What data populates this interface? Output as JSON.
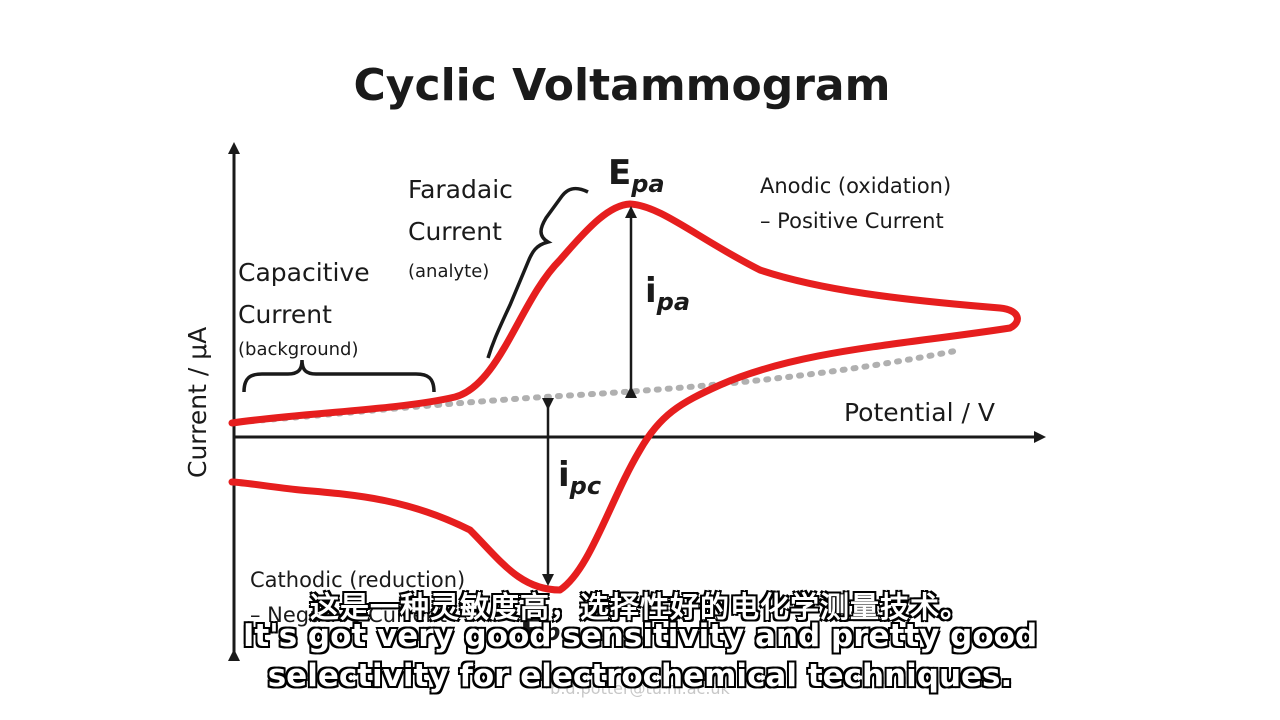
{
  "diagram": {
    "title": "Cyclic Voltammogram",
    "y_axis_label": "Current / μA",
    "x_axis_label": "Potential / V",
    "capacitive": {
      "line1": "Capacitive",
      "line2": "Current",
      "note": "(background)"
    },
    "faradaic": {
      "line1": "Faradaic",
      "line2": "Current",
      "note": "(analyte)"
    },
    "epa": {
      "main": "E",
      "sub": "pa"
    },
    "ipa": {
      "main": "i",
      "sub": "pa"
    },
    "ipc": {
      "main": "i",
      "sub": "pc"
    },
    "anodic": {
      "line1": "Anodic (oxidation)",
      "line2": "– Positive Current"
    },
    "cathodic": {
      "line1": "Cathodic (reduction)",
      "line2": "– Negative Current"
    },
    "epc": {
      "main": "E",
      "sub": "pc"
    },
    "watermark": "b.d.potter@tu.nl.ac.uk",
    "colors": {
      "curve": "#e61e1e",
      "baseline": "#b0b0b0",
      "ink": "#1a1a1a"
    }
  },
  "subtitles": {
    "zh": "这是一种灵敏度高，选择性好的电化学测量技术。",
    "en_line1": "It's got very good sensitivity and pretty good",
    "en_line2": "selectivity for electrochemical techniques."
  }
}
